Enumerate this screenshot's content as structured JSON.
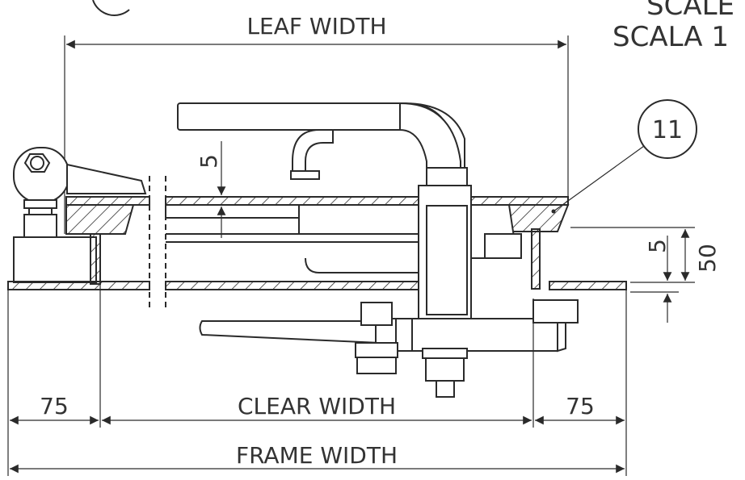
{
  "scale_label": {
    "line1": "SCALE",
    "line2": "SCALA 1"
  },
  "balloon": {
    "number": "11"
  },
  "dimensions": {
    "leaf_width": "LEAF WIDTH",
    "clear_width": "CLEAR WIDTH",
    "frame_width": "FRAME WIDTH",
    "left_margin": "75",
    "right_margin": "75",
    "sheet_thickness": "5",
    "height_step": "5",
    "overall_height": "50"
  }
}
